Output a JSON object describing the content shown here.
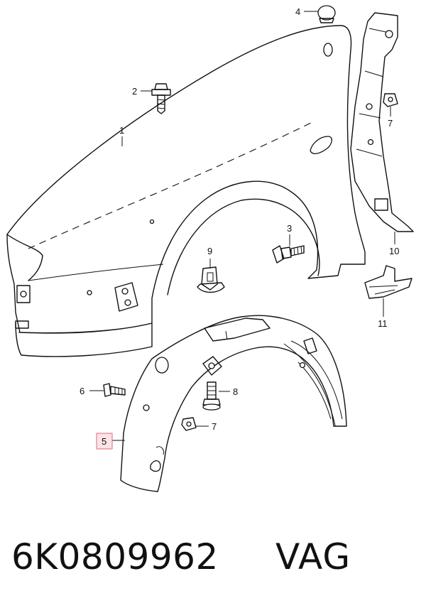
{
  "callouts": {
    "c1": "1",
    "c2": "2",
    "c3": "3",
    "c4": "4",
    "c5": "5",
    "c6": "6",
    "c7a": "7",
    "c7b": "7",
    "c8": "8",
    "c9": "9",
    "c10": "10",
    "c11": "11"
  },
  "highlight_color": "#fbe3e6",
  "footer": {
    "part_number": "6K0809962",
    "brand": "VAG"
  }
}
